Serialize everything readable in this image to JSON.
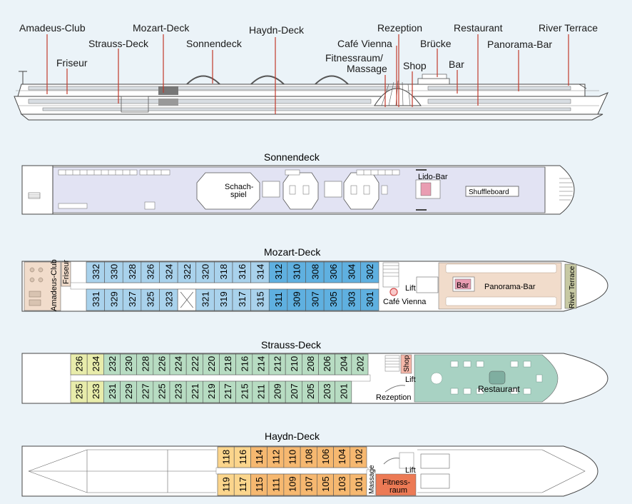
{
  "side_labels": {
    "amadeus_club": "Amadeus-Club",
    "friseur": "Friseur",
    "strauss_deck": "Strauss-Deck",
    "mozart_deck": "Mozart-Deck",
    "sonnendeck": "Sonnendeck",
    "haydn_deck": "Haydn-Deck",
    "cafe_vienna": "Café Vienna",
    "fitness_line1": "Fitnessraum/",
    "fitness_line2": "Massage",
    "rezeption": "Rezeption",
    "shop": "Shop",
    "bruecke": "Brücke",
    "bar": "Bar",
    "restaurant": "Restaurant",
    "panorama_bar": "Panorama-Bar",
    "river_terrace": "River Terrace"
  },
  "sonnendeck": {
    "title": "Sonnendeck",
    "schach_line1": "Schach-",
    "schach_line2": "spiel",
    "lido_bar": "Lido-Bar",
    "shuffleboard": "Shuffleboard"
  },
  "mozart": {
    "title": "Mozart-Deck",
    "amadeus_club": "Amadeus-Club",
    "friseur": "Friseur",
    "top_cabins": [
      "332",
      "330",
      "328",
      "326",
      "324",
      "322",
      "320",
      "318",
      "316",
      "314",
      "312",
      "310",
      "308",
      "306",
      "304",
      "302"
    ],
    "bottom_cabins": [
      "331",
      "329",
      "327",
      "325",
      "323",
      "",
      "321",
      "319",
      "317",
      "315",
      "311",
      "309",
      "307",
      "305",
      "303",
      "301"
    ],
    "lift": "Lift",
    "bar": "Bar",
    "cafe_vienna": "Café Vienna",
    "panorama_bar": "Panorama-Bar",
    "river_terrace": "River Terrace"
  },
  "strauss": {
    "title": "Strauss-Deck",
    "top_cabins": [
      "236",
      "234",
      "232",
      "230",
      "228",
      "226",
      "224",
      "222",
      "220",
      "218",
      "216",
      "214",
      "212",
      "210",
      "208",
      "206",
      "204",
      "202"
    ],
    "bottom_cabins": [
      "235",
      "233",
      "231",
      "229",
      "227",
      "225",
      "223",
      "221",
      "219",
      "217",
      "215",
      "211",
      "209",
      "207",
      "205",
      "203",
      "201"
    ],
    "shop": "Shop",
    "lift": "Lift",
    "rezeption": "Rezeption",
    "restaurant": "Restaurant"
  },
  "haydn": {
    "title": "Haydn-Deck",
    "top_cabins": [
      "118",
      "116",
      "114",
      "112",
      "110",
      "108",
      "106",
      "104",
      "102"
    ],
    "bottom_cabins": [
      "119",
      "117",
      "115",
      "111",
      "109",
      "107",
      "105",
      "103",
      "101"
    ],
    "massage": "Massage",
    "lift": "Lift",
    "fitness_line1": "Fitness-",
    "fitness_line2": "raum"
  },
  "colors": {
    "background": "#ebf3f8",
    "cabin_blue": "#a9d2ec",
    "cabin_mid_blue": "#5fb0e0",
    "cabin_green": "#b7dcc2",
    "cabin_yellow": "#e8ecab",
    "cabin_orange": "#f6b870",
    "cabin_light_orange": "#fbd58c",
    "fitness_red": "#ec7a55",
    "lounge_beige": "#f1dccb",
    "restaurant_green": "#a8d2c3",
    "deck_lavender": "#e2e3f3"
  }
}
